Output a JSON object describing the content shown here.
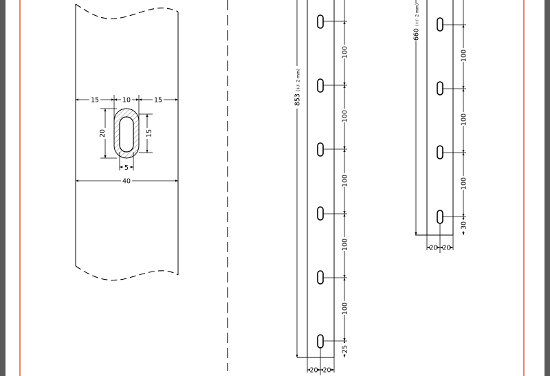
{
  "detail": {
    "dims": {
      "left_margin": "15",
      "slot_width": "10",
      "right_margin": "15",
      "slot_length": "20",
      "slot_straight": "15",
      "slot_inner": "5",
      "total_width": "40"
    }
  },
  "strip_long": {
    "total_length": "853",
    "tolerance": "(+/- 2 mm)",
    "pitch_labels": [
      "100",
      "100",
      "100",
      "100",
      "100"
    ],
    "end_offset": "25",
    "width_left": "20",
    "width_right": "20"
  },
  "strip_short": {
    "total_length": "660",
    "tolerance": "(+/- 2 mm)",
    "pitch_labels": [
      "100",
      "100",
      "100"
    ],
    "end_offset": "30",
    "width_left": "20",
    "width_right": "20"
  }
}
